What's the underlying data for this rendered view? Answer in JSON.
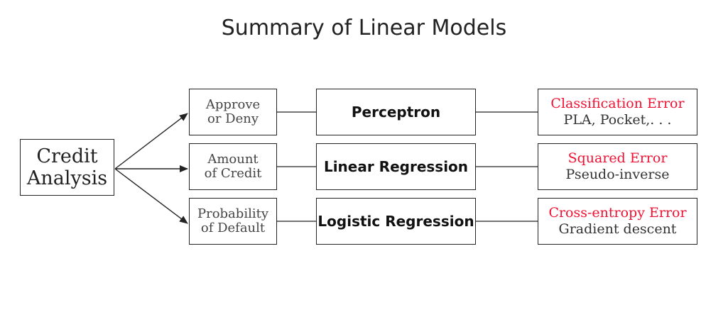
{
  "title": "Summary of Linear Models",
  "root": {
    "line1": "Credit",
    "line2": "Analysis"
  },
  "rows": [
    {
      "output": {
        "line1": "Approve",
        "line2": "or Deny"
      },
      "model": "Perceptron",
      "error": "Classification Error",
      "algorithm": "PLA, Pocket,. . ."
    },
    {
      "output": {
        "line1": "Amount",
        "line2": "of Credit"
      },
      "model": "Linear Regression",
      "error": "Squared Error",
      "algorithm": "Pseudo-inverse"
    },
    {
      "output": {
        "line1": "Probability",
        "line2": "of Default"
      },
      "model": "Logistic Regression",
      "error": "Cross-entropy Error",
      "algorithm": "Gradient descent"
    }
  ],
  "colors": {
    "error_text": "#ee1133",
    "stroke": "#222222"
  }
}
